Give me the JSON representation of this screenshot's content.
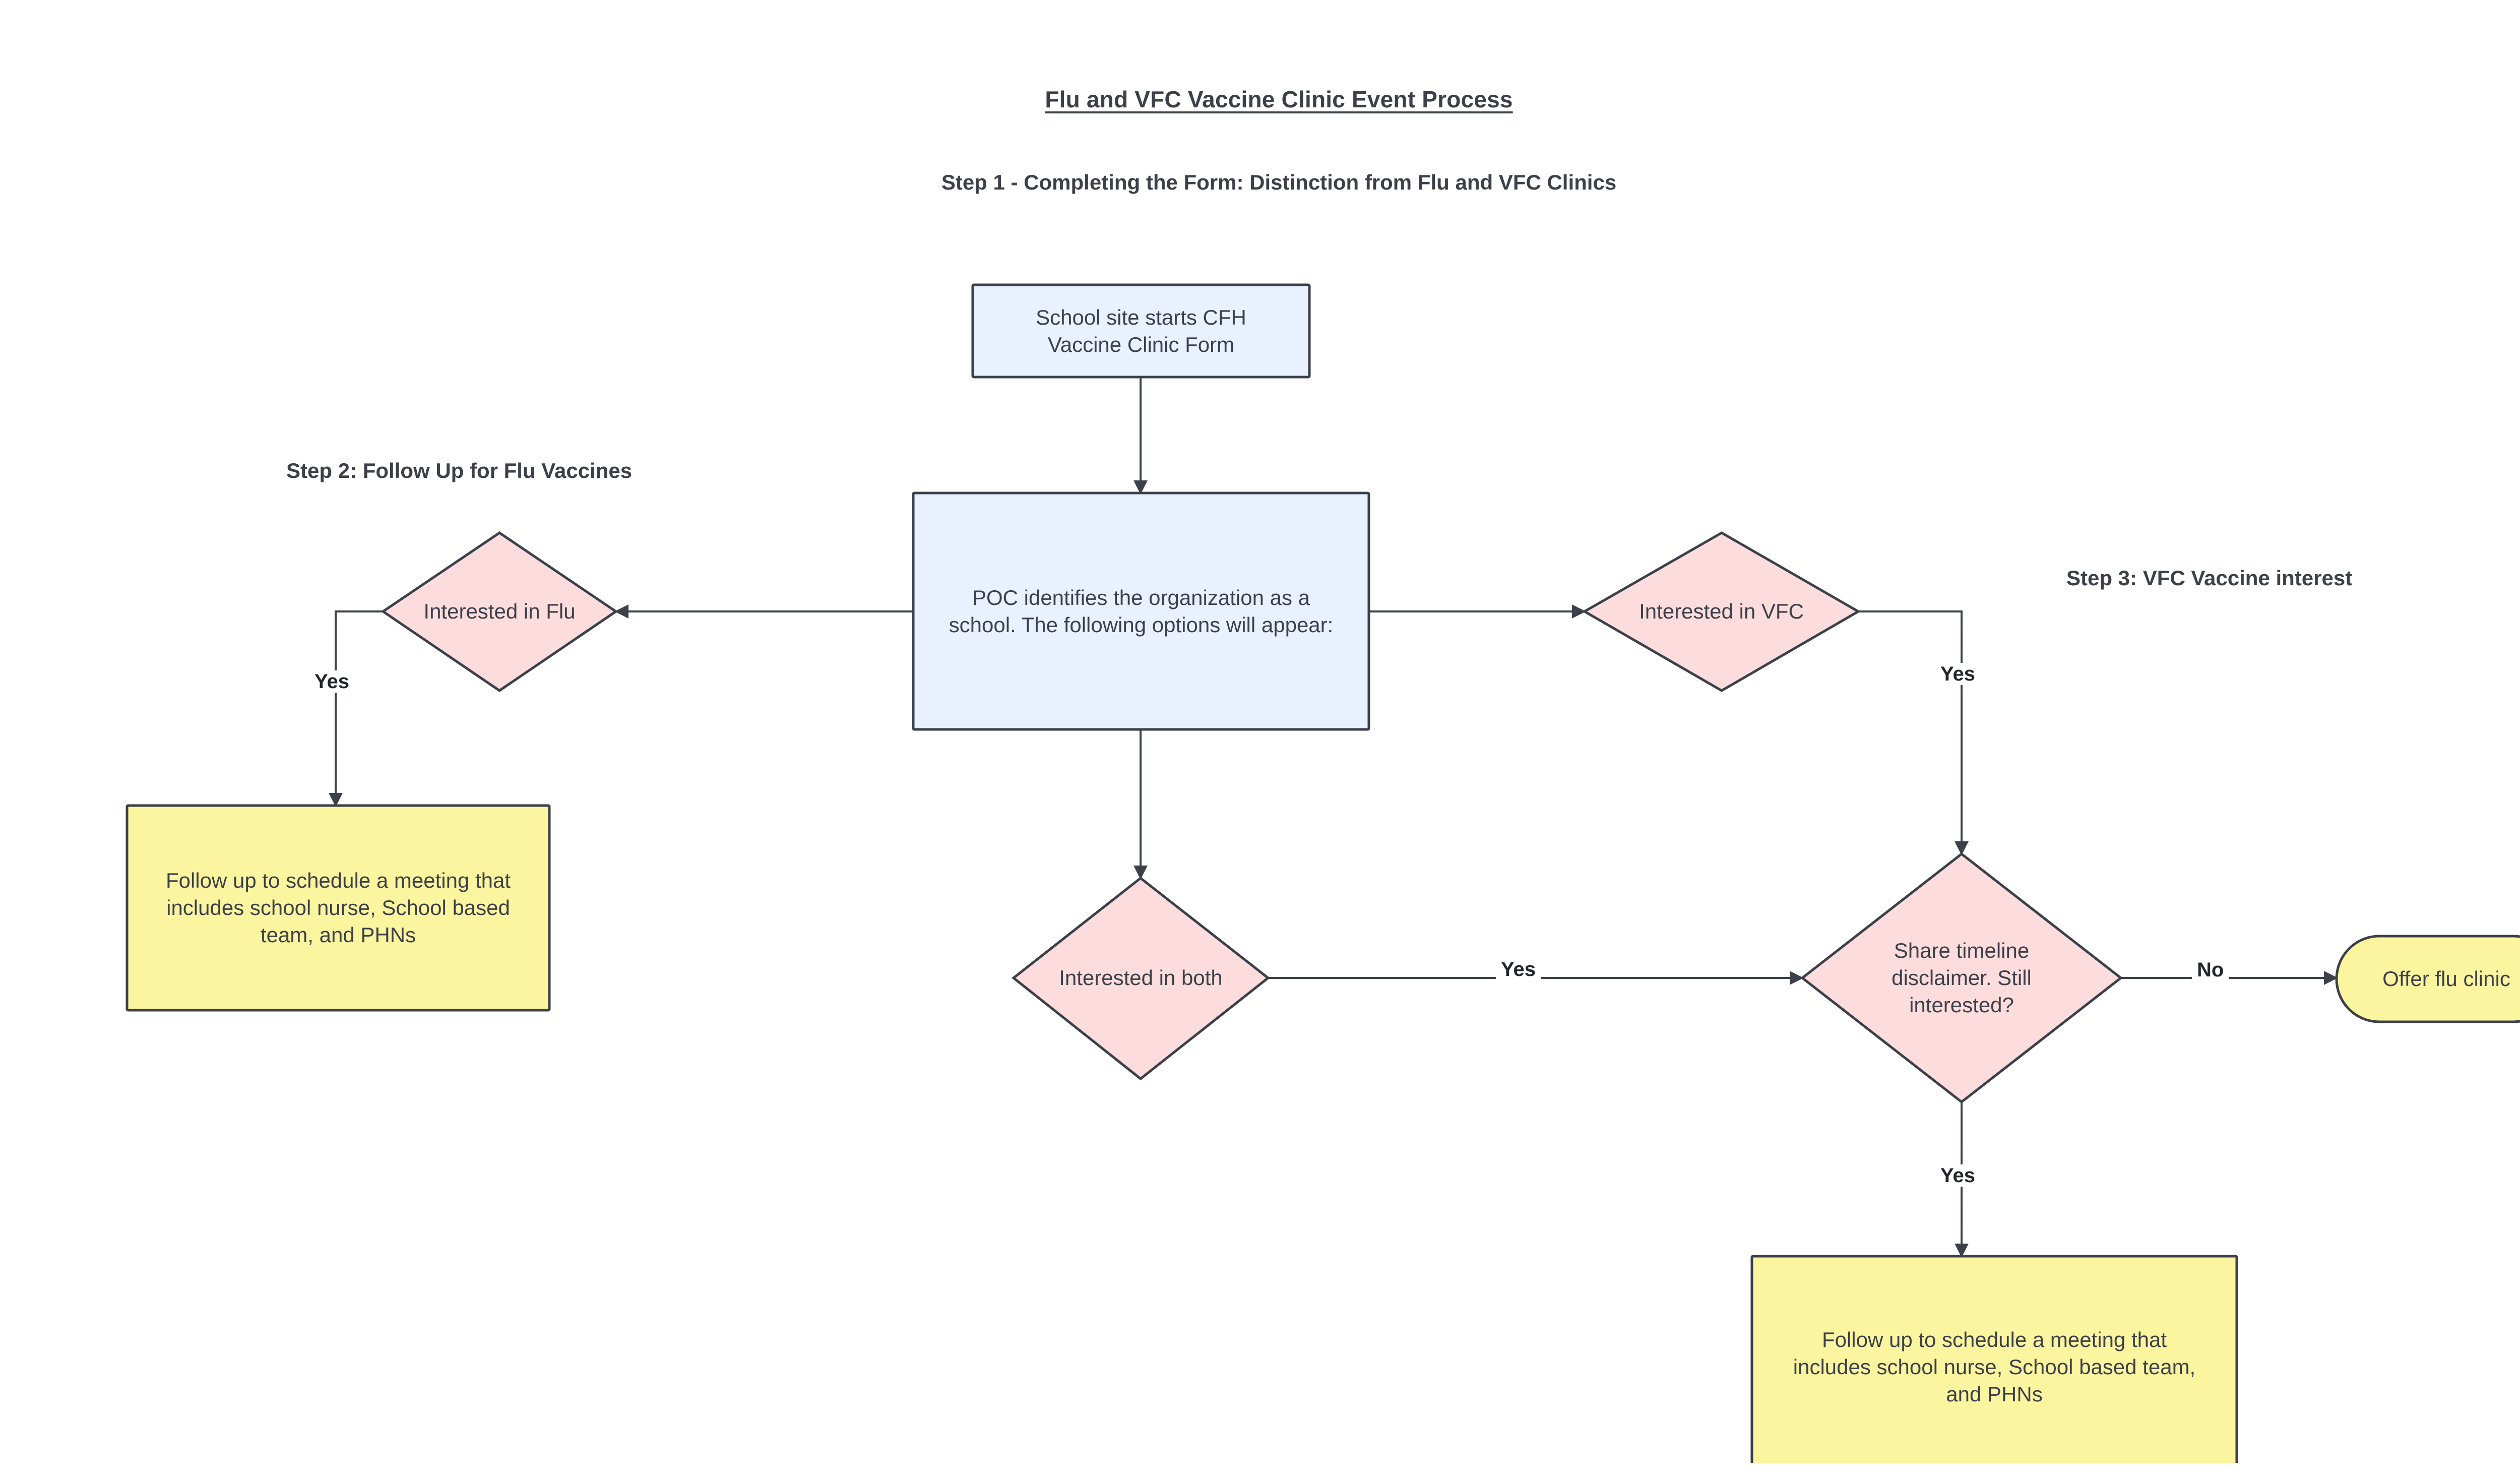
{
  "page": {
    "title": "Flu and VFC Vaccine Clinic Event Process",
    "background_color": "#ffffff"
  },
  "headings": {
    "step1": "Step 1 - Completing the Form: Distinction from Flu and VFC Clinics",
    "step2": "Step 2: Follow Up for Flu Vaccines",
    "step3": "Step 3: VFC Vaccine interest"
  },
  "colors": {
    "process_fill": "#e9f1fe",
    "decision_fill": "#fcdcdc",
    "terminal_fill": "#fcf5a0",
    "stroke": "#3b4049",
    "text": "#3b4049",
    "edge_label_text": "#23262d"
  },
  "nodes": {
    "start_form": {
      "label": "School site starts CFH\nVaccine Clinic Form",
      "shape": "rectangle",
      "fill": "#e9f1fe"
    },
    "poc_identifies": {
      "label": "POC identifies the organization as a\nschool. The following options will appear:",
      "shape": "rectangle",
      "fill": "#e9f1fe"
    },
    "interested_flu": {
      "label": "Interested in Flu",
      "shape": "diamond",
      "fill": "#fcdcdc"
    },
    "interested_vfc": {
      "label": "Interested in VFC",
      "shape": "diamond",
      "fill": "#fcdcdc"
    },
    "interested_both": {
      "label": "Interested in both",
      "shape": "diamond",
      "fill": "#fcdcdc"
    },
    "share_timeline": {
      "label": "Share timeline\ndisclaimer. Still\ninterested?",
      "shape": "diamond",
      "fill": "#fcdcdc"
    },
    "follow_up_flu": {
      "label": "Follow up to schedule a meeting that\nincludes school nurse, School based\nteam, and PHNs",
      "shape": "rectangle",
      "fill": "#fcf5a0"
    },
    "follow_up_vfc": {
      "label": "Follow up to schedule a meeting that\nincludes school nurse, School based team,\nand PHNs",
      "shape": "rectangle",
      "fill": "#fcf5a0"
    },
    "offer_flu_clinic": {
      "label": "Offer flu clinic",
      "shape": "rounded-terminal",
      "fill": "#fcf5a0"
    }
  },
  "edges": [
    {
      "id": "start-to-poc",
      "from": "start_form",
      "to": "poc_identifies",
      "label": ""
    },
    {
      "id": "poc-to-flu",
      "from": "poc_identifies",
      "to": "interested_flu",
      "label": ""
    },
    {
      "id": "poc-to-vfc",
      "from": "poc_identifies",
      "to": "interested_vfc",
      "label": ""
    },
    {
      "id": "poc-to-both",
      "from": "poc_identifies",
      "to": "interested_both",
      "label": ""
    },
    {
      "id": "flu-to-followup",
      "from": "interested_flu",
      "to": "follow_up_flu",
      "label": "Yes"
    },
    {
      "id": "vfc-to-share",
      "from": "interested_vfc",
      "to": "share_timeline",
      "label": "Yes"
    },
    {
      "id": "both-to-share",
      "from": "interested_both",
      "to": "share_timeline",
      "label": "Yes"
    },
    {
      "id": "share-to-offer",
      "from": "share_timeline",
      "to": "offer_flu_clinic",
      "label": "No"
    },
    {
      "id": "share-to-followup",
      "from": "share_timeline",
      "to": "follow_up_vfc",
      "label": "Yes"
    }
  ]
}
